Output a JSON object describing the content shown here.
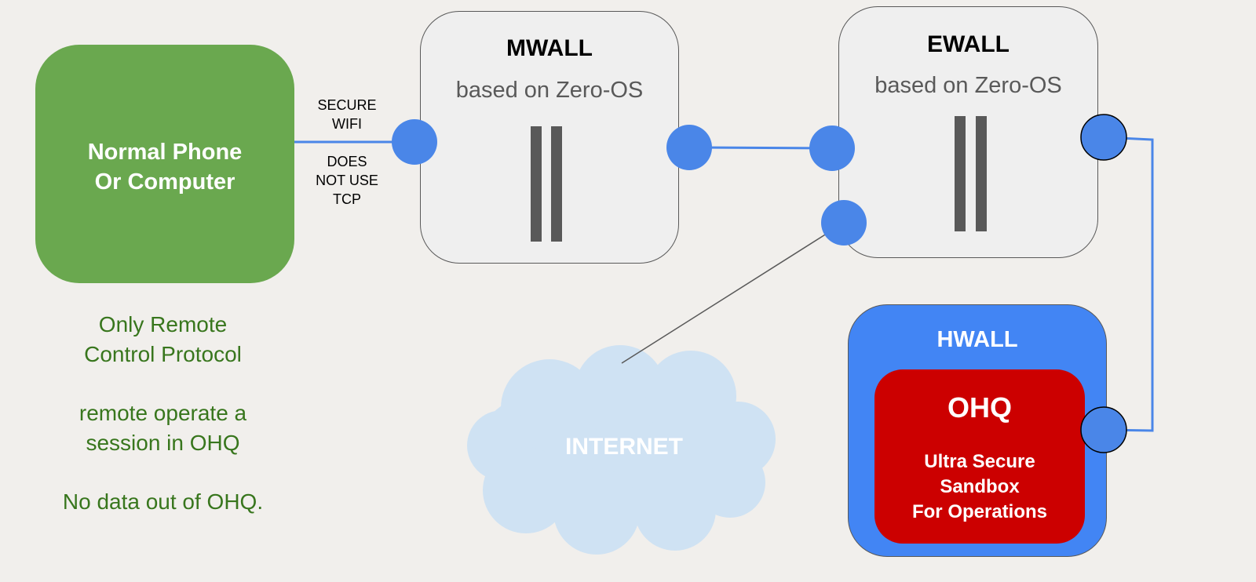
{
  "client": {
    "label": "Normal Phone\nOr Computer",
    "color": "#6aa84f"
  },
  "link_labels": {
    "wifi": "SECURE\nWIFI",
    "protocol": "DOES\nNOT USE\nTCP"
  },
  "mwall": {
    "title": "MWALL",
    "subtitle": "based on Zero-OS"
  },
  "ewall": {
    "title": "EWALL",
    "subtitle": "based on Zero-OS"
  },
  "hwall": {
    "title": "HWALL",
    "color": "#4285f4",
    "inner": {
      "title": "OHQ",
      "description": "Ultra Secure\nSandbox\nFor Operations",
      "color": "#cc0000"
    }
  },
  "internet": {
    "label": "INTERNET",
    "color": "#cfe2f3"
  },
  "notes": [
    "Only Remote\nControl Protocol",
    "remote operate a\nsession in OHQ",
    "No data out of OHQ."
  ],
  "colors": {
    "node": "#4a86e8",
    "link": "#4a86e8",
    "dotted_blue": "#4a86e8",
    "dotted_orange": "#f6a026",
    "barrier": "#595959",
    "note_text": "#38761d"
  }
}
